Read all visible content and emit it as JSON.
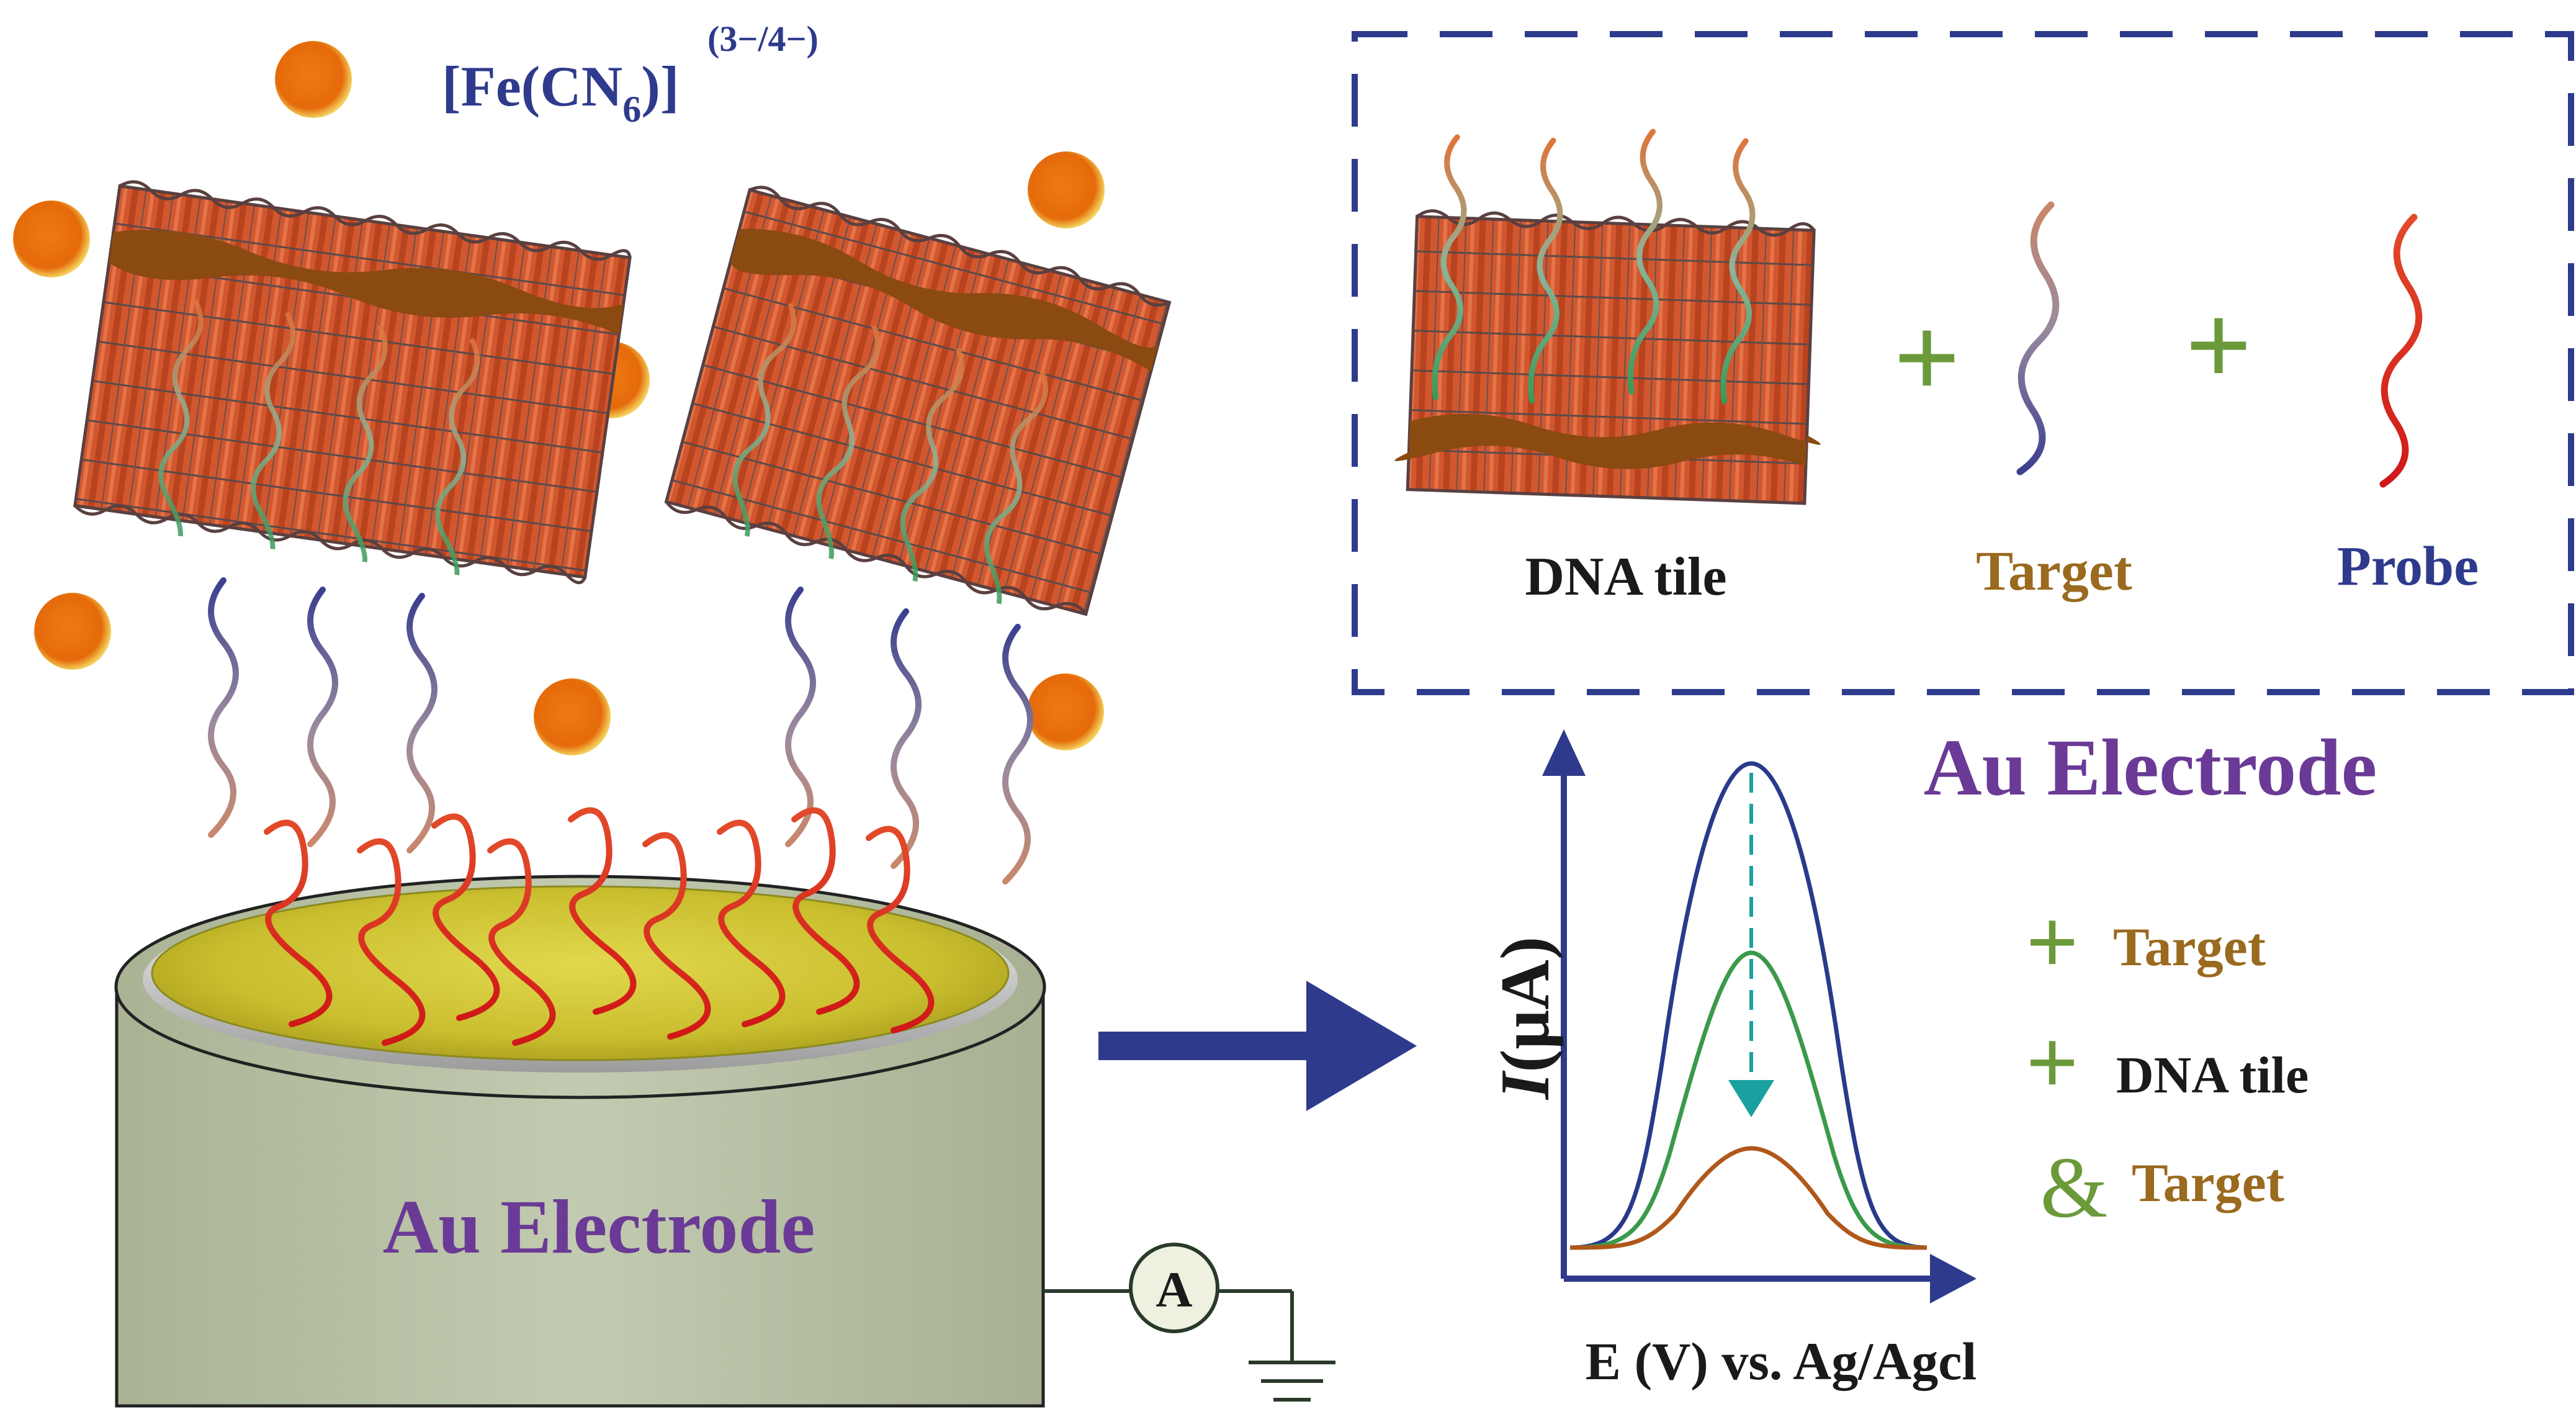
{
  "colors": {
    "navy": "#2e3b8c",
    "purple": "#6a3a96",
    "olive_brown": "#9a6a1f",
    "green": "#6b9a3a",
    "probe_red": "#e02020",
    "target_blue": "#3a3f8f",
    "tile_red": "#d2572e",
    "tile_band": "#8a4a10",
    "electrode_body": "#b9c2a6",
    "electrode_top": "#cfc53a",
    "ion_orange": "#e8700f",
    "ion_rim": "#f6d56a",
    "peak_blue": "#2a3a8a",
    "peak_green": "#3a9a4a",
    "peak_brown": "#b0581a",
    "dashed_teal": "#1aa0a0"
  },
  "labels": {
    "ion_formula": "[Fe(CN",
    "ion_subscript": "6",
    "ion_close": ")]",
    "ion_charge": "(3−/4−)",
    "electrode_main": "Au Electrode",
    "ammeter": "A",
    "legend_dna_tile": "DNA tile",
    "legend_target": "Target",
    "legend_probe": "Probe",
    "legend_plus_1": "+",
    "legend_plus_2": "+",
    "graph_title": "Au Electrode",
    "y_axis_italic": "I",
    "y_axis_rest": "(μA)",
    "x_axis": "E (V) vs. Ag/Agcl",
    "curve_key": [
      {
        "symbol": "+",
        "text": "Target"
      },
      {
        "symbol": "+",
        "text": "DNA tile"
      },
      {
        "symbol": "&",
        "text": "Target"
      }
    ]
  }
}
